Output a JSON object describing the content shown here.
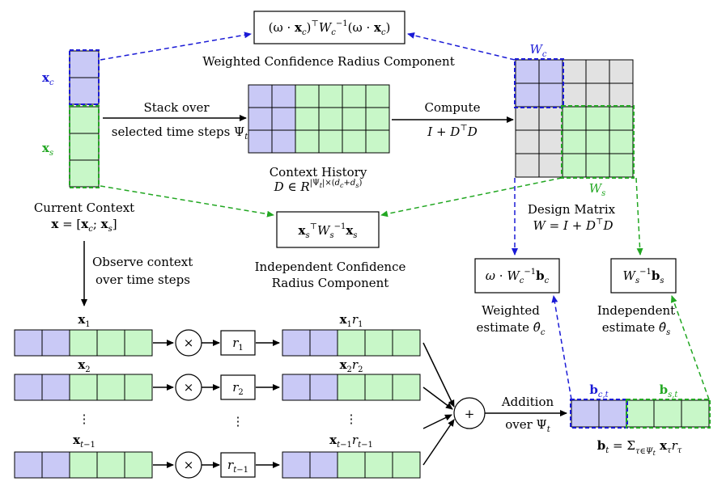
{
  "colors": {
    "context_cell": "#c9c9f6",
    "specific_cell": "#c8f7c8",
    "grey_cell": "#e2e2e2",
    "blue_dash": "#1a1ad6",
    "green_dash": "#22a722"
  },
  "labels": {
    "xc": "x_c",
    "xs": "x_s",
    "current_context": "Current Context",
    "current_context_eq": "x = [x_c; x_s]",
    "stack_over": "Stack over",
    "selected_steps": "selected time steps Ψ_t",
    "context_history": "Context History",
    "context_history_eq": "D ∈ R^{|Ψ_t|×(d_c+d_s)}",
    "compute": "Compute",
    "compute_eq": "I + D^⊤D",
    "wc": "W_c",
    "ws": "W_s",
    "design_matrix": "Design Matrix",
    "design_matrix_eq": "W = I + D^⊤D",
    "weighted_formula": "(ω · x_c)^⊤ W_c^{−1} (ω · x_c)",
    "weighted_radius": "Weighted Confidence Radius Component",
    "independent_formula": "x_s^⊤ W_s^{−1} x_s",
    "independent_radius_1": "Independent Confidence",
    "independent_radius_2": "Radius Component",
    "weighted_estimate_box": "ω · W_c^{−1} b_c",
    "independent_estimate_box": "W_s^{−1} b_s",
    "weighted_1": "Weighted",
    "weighted_2": "estimate θ̂_c",
    "independent_1": "Independent",
    "independent_2": "estimate θ̂_s",
    "observe_1": "Observe context",
    "observe_2": "over time steps",
    "x1": "x_1",
    "x2": "x_2",
    "xt1": "x_{t−1}",
    "r1": "r_1",
    "r2": "r_2",
    "rt1": "r_{t−1}",
    "x1r1": "x_1 r_1",
    "x2r2": "x_2 r_2",
    "xt1rt1": "x_{t−1} r_{t−1}",
    "times": "×",
    "plus": "+",
    "vdots": "⋮",
    "addition": "Addition",
    "over_psi": "over Ψ_t",
    "bct": "b_{c,t}",
    "bst": "b_{s,t}",
    "bt_eq": "b_t = Σ_{τ∈Ψ_t} x_τ r_τ"
  }
}
